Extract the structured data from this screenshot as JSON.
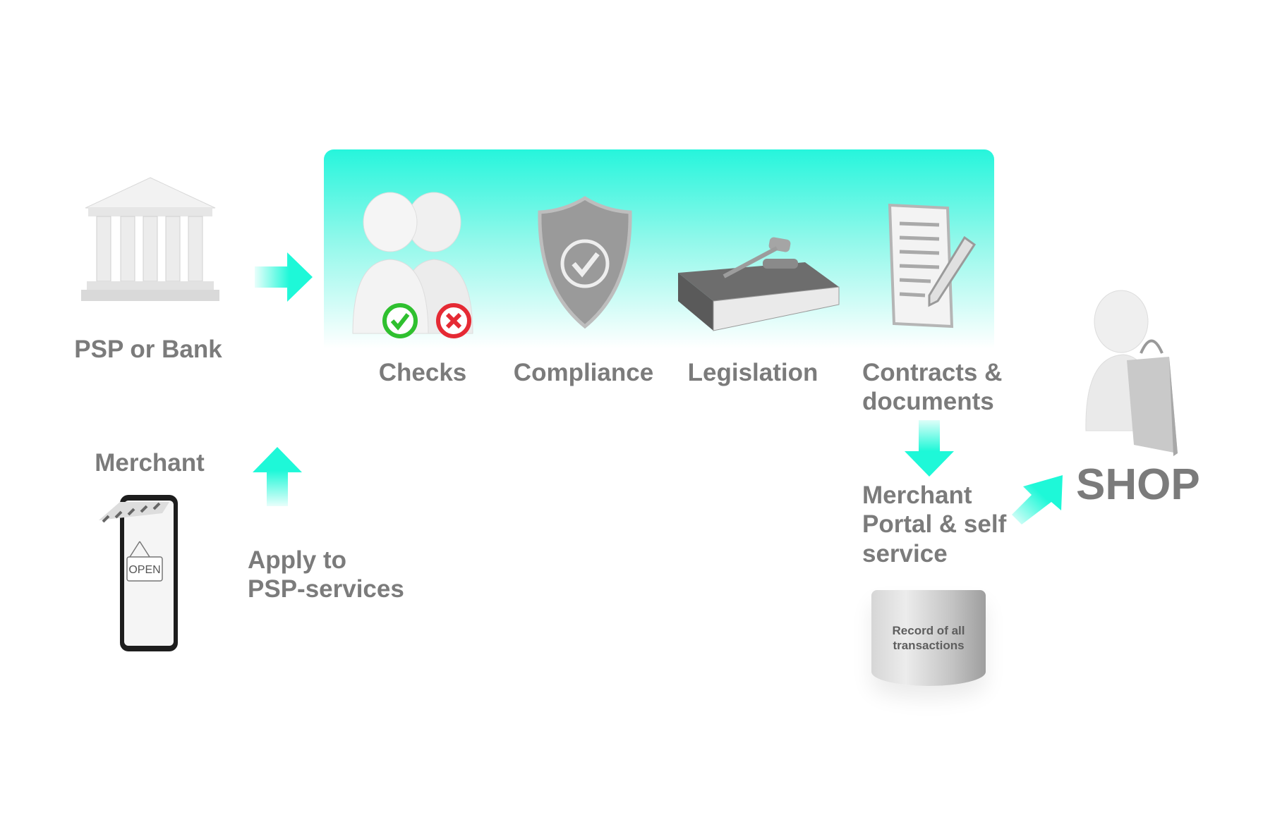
{
  "labels": {
    "psp_or_bank": "PSP or Bank",
    "checks": "Checks",
    "compliance": "Compliance",
    "legislation": "Legislation",
    "contracts_line1": "Contracts &",
    "contracts_line2": "documents",
    "merchant": "Merchant",
    "apply_line1": "Apply to",
    "apply_line2": "PSP-services",
    "portal_line1": "Merchant",
    "portal_line2": "Portal & self",
    "portal_line3": "service",
    "record_line1": "Record of all",
    "record_line2": "transactions",
    "shop": "SHOP",
    "open_sign": "OPEN"
  },
  "colors": {
    "accent": "#1ef8d8",
    "text": "#7b7b7b",
    "check_green": "#2fc02f",
    "cross_red": "#e52a34"
  }
}
